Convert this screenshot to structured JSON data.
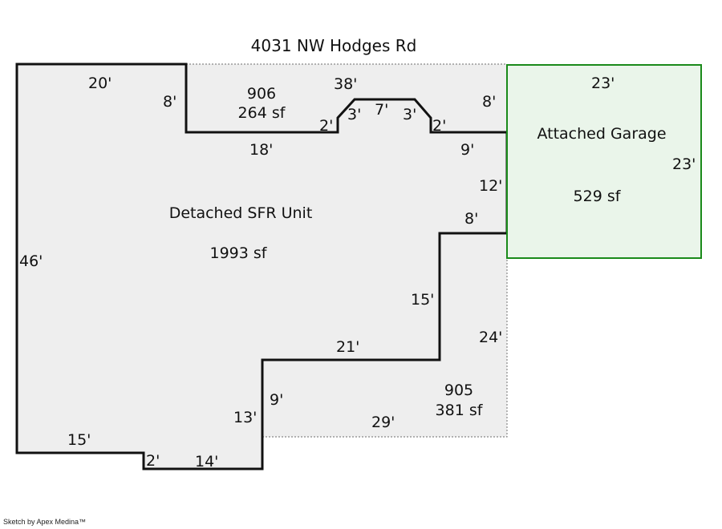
{
  "title": "4031 NW Hodges Rd",
  "colors": {
    "fill": "#eeeeee",
    "outline": "#111111",
    "garage_fill": "#eaf5ea",
    "garage_stroke": "#1a8a1a"
  },
  "areas": {
    "main": {
      "name": "Detached SFR Unit",
      "area": "1993 sf"
    },
    "garage": {
      "name": "Attached Garage",
      "area": "529 sf"
    },
    "addition_906": {
      "code": "906",
      "area": "264 sf"
    },
    "addition_905": {
      "code": "905",
      "area": "381 sf"
    }
  },
  "dimensions": {
    "top_left": "20'",
    "left_8": "8'",
    "top_38": "38'",
    "bump_left_2": "2'",
    "bump_left_3": "3'",
    "bump_7": "7'",
    "bump_right_3": "3'",
    "bump_right_2": "2'",
    "right_8": "8'",
    "inner_18": "18'",
    "inner_9": "9'",
    "right_12": "12'",
    "step_8": "8'",
    "left_46": "46'",
    "step_15": "15'",
    "right_24": "24'",
    "mid_21": "21'",
    "lower_9": "9'",
    "lower_13": "13'",
    "bottom_29": "29'",
    "bottom_15": "15'",
    "bottom_2": "2'",
    "bottom_14": "14'",
    "garage_top": "23'",
    "garage_right": "23'"
  },
  "credit": "Sketch by Apex Medina™"
}
